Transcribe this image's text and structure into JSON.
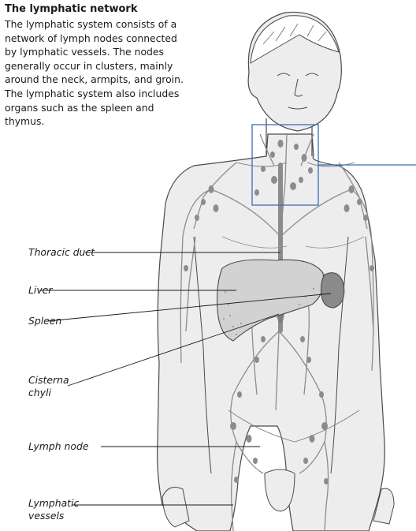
{
  "heading": "The lymphatic network",
  "description": "The lymphatic system consists of a network of lymph nodes connected by lymphatic vessels. The nodes generally occur in clusters, mainly around the neck, armpits, and groin. The lymphatic system also includes organs such as the spleen and thymus.",
  "labels": {
    "thoracic_duct": "Thoracic duct",
    "liver": "Liver",
    "spleen": "Spleen",
    "cisterna_line1": "Cisterna",
    "cisterna_line2": "chyli",
    "lymph_node": "Lymph node",
    "vessels_line1": "Lymphatic",
    "vessels_line2": "vessels"
  },
  "colors": {
    "body_fill": "#ededed",
    "outline": "#4a4a4a",
    "lymph": "#8c8c8c",
    "liver": "#d2d2d2",
    "spleen": "#8a8a8a",
    "highlight_box": "#3a6db5"
  }
}
